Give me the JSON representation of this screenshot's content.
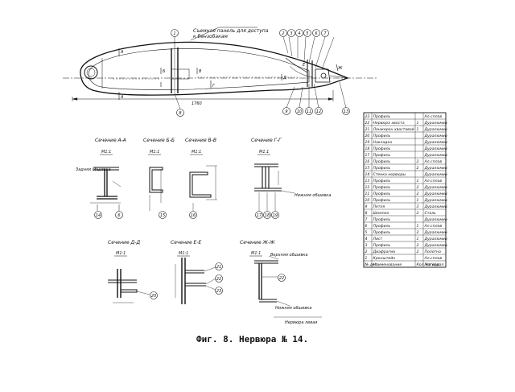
{
  "figure": {
    "caption": "Фиг. 8. Нервюра № 14.",
    "top_note_line1": "Съемная панель для доступа",
    "top_note_line2": "к бензобакам",
    "dimension_1760": "1760",
    "callouts_top": [
      "1",
      "2",
      "3",
      "4",
      "5",
      "6",
      "7"
    ],
    "callouts_bottom": [
      "8",
      "9",
      "10",
      "11",
      "12",
      "13"
    ],
    "section_marks": {
      "a": "А",
      "b": "Б",
      "v": "В",
      "g": "Г",
      "d": "Д",
      "e": "Е",
      "zh": "Ж"
    }
  },
  "sections": [
    {
      "title": "Сечение А-А",
      "scale": "М1:1",
      "labels": [
        "Задняя обшивка"
      ],
      "balloons": [
        "14",
        "6"
      ]
    },
    {
      "title": "Сечение Б-Б",
      "scale": "М1:1",
      "labels": [],
      "balloons": [
        "15"
      ]
    },
    {
      "title": "Сечение В-В",
      "scale": "М1:1",
      "labels": [],
      "balloons": [
        "16"
      ]
    },
    {
      "title": "Сечение Г-Г",
      "scale": "М1:1",
      "labels": [
        "Нижняя обшивка"
      ],
      "balloons": [
        "17",
        "18",
        "19"
      ]
    },
    {
      "title": "Сечение Д-Д",
      "scale": "М1:1",
      "labels": [],
      "balloons": [
        "20"
      ]
    },
    {
      "title": "Сечение Е-Е",
      "scale": "М1:1",
      "labels": [],
      "balloons": [
        "21",
        "22",
        "23"
      ]
    },
    {
      "title": "Сечение Ж-Ж",
      "scale": "М1:1",
      "labels": [
        "Верхняя обшивка",
        "Нижняя обшивка",
        "Нервюра левая"
      ],
      "balloons": [
        "22"
      ]
    }
  ],
  "parts_table": {
    "header": [
      "№ дет.",
      "Наименование",
      "Кол. на изд.",
      "Материал"
    ],
    "rows": [
      [
        "23",
        "Профиль",
        "",
        "Ал.сплав"
      ],
      [
        "22",
        "Нервюра хвоста",
        "1",
        "Дуралюмин"
      ],
      [
        "21",
        "Лонжерон хвостовой",
        "1",
        "Дуралюмин"
      ],
      [
        "20",
        "Профиль",
        "",
        "Дуралюмин"
      ],
      [
        "19",
        "Накладка",
        "",
        "Дуралюмин"
      ],
      [
        "18",
        "Профиль",
        "",
        "Дуралюмин"
      ],
      [
        "17",
        "Профиль",
        "",
        "Дуралюмин"
      ],
      [
        "16",
        "Профиль",
        "2",
        "Ал.сплав"
      ],
      [
        "15",
        "Профиль",
        "2",
        "Дуралюмин"
      ],
      [
        "14",
        "Стенка нервюры",
        "",
        "Дуралюмин"
      ],
      [
        "13",
        "Профиль",
        "1",
        "Ал.сплав"
      ],
      [
        "12",
        "Профиль",
        "2",
        "Дуралюмин"
      ],
      [
        "11",
        "Профиль",
        "2",
        "Дуралюмин"
      ],
      [
        "10",
        "Профиль",
        "1",
        "Дуралюмин"
      ],
      [
        "9",
        "Петля",
        "3",
        "Дуралюмин"
      ],
      [
        "8",
        "Шомпол",
        "2",
        "Сталь"
      ],
      [
        "7",
        "Профиль",
        "",
        "Дуралюмин"
      ],
      [
        "6",
        "Профиль",
        "1",
        "Ал.сплав"
      ],
      [
        "5",
        "Профиль",
        "2",
        "Дуралюмин"
      ],
      [
        "4",
        "Лист",
        "1",
        "Дуралюмин"
      ],
      [
        "3",
        "Профиль",
        "2",
        "Дуралюмин"
      ],
      [
        "2",
        "Диафрагма",
        "2",
        "Полотно"
      ],
      [
        "1",
        "Кронштейн",
        "",
        "Ал.сплав"
      ]
    ]
  }
}
